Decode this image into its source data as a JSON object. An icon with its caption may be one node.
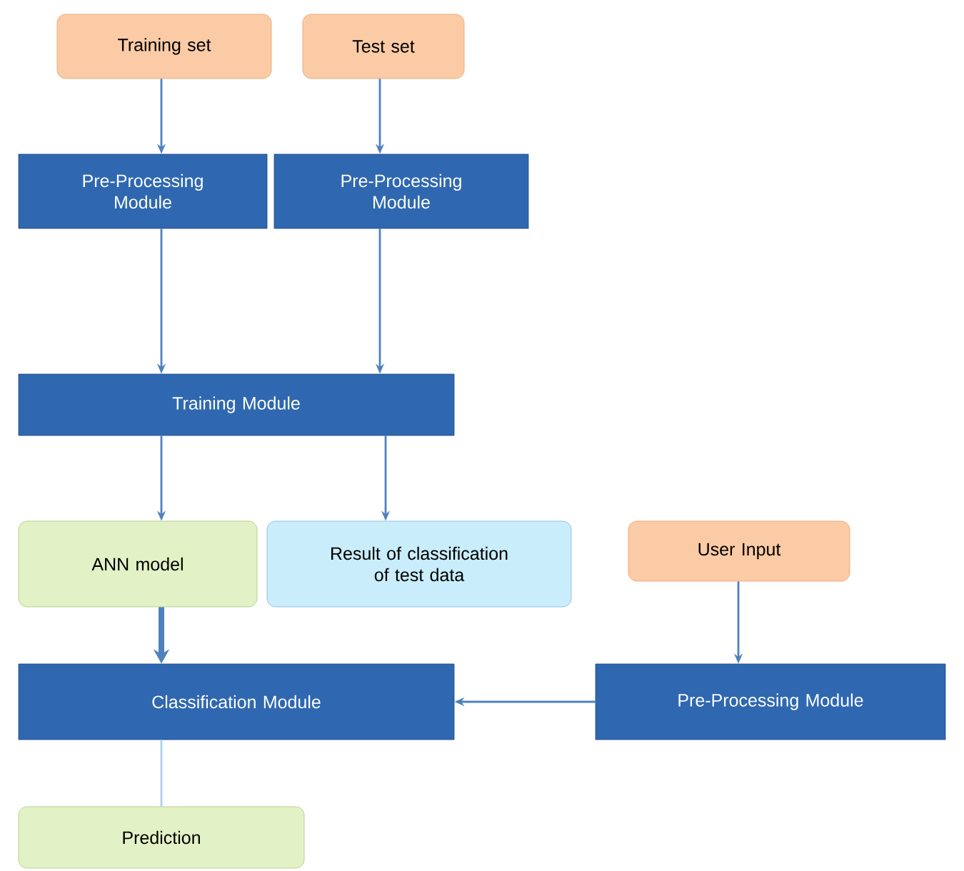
{
  "diagram": {
    "nodes": [
      {
        "text": [
          "Training set"
        ]
      },
      {
        "text": [
          "Test set"
        ]
      },
      {
        "text": [
          "Pre-Processing Module"
        ]
      },
      {
        "text": [
          "Pre-Processing Module"
        ]
      },
      {
        "text": [
          "Training Module"
        ]
      },
      {
        "text": [
          "ANN model"
        ]
      },
      {
        "text": [
          "Result of classification of test data"
        ]
      },
      {
        "text": [
          "User Input"
        ]
      },
      {
        "text": [
          "Classification Module"
        ]
      },
      {
        "text": [
          "Pre-Processing Module"
        ]
      },
      {
        "text": [
          "Prediction"
        ]
      }
    ],
    "edges": [
      {
        "from": 0,
        "to": 2,
        "arrow": "to"
      },
      {
        "from": 1,
        "to": 3,
        "arrow": "to"
      },
      {
        "from": 2,
        "to": 4,
        "arrow": "to"
      },
      {
        "from": 3,
        "to": 4,
        "arrow": "to"
      },
      {
        "from": 4,
        "to": 5,
        "arrow": "to"
      },
      {
        "from": 4,
        "to": 6,
        "arrow": "to"
      },
      {
        "from": 5,
        "to": 8,
        "arrow": "to",
        "style": "thick"
      },
      {
        "from": 7,
        "to": 9,
        "arrow": "to"
      },
      {
        "from": 9,
        "to": 8,
        "arrow": "to"
      },
      {
        "from": 8,
        "to": 10,
        "arrow": "none",
        "color": "#a9d3ea"
      }
    ]
  }
}
